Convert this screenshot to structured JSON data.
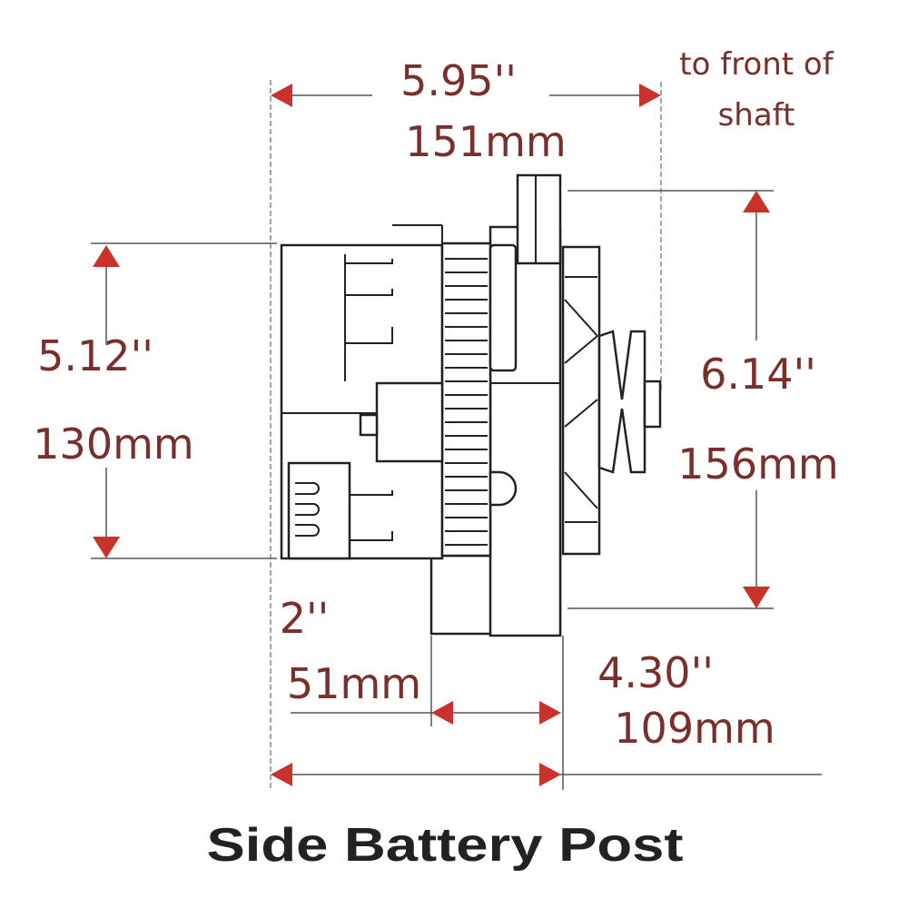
{
  "title": "Side Battery Post",
  "dimensions": {
    "overall_length": {
      "inches": "5.95''",
      "mm": "151mm",
      "note_line1": "to front of",
      "note_line2": "shaft"
    },
    "rear_height": {
      "inches": "5.12''",
      "mm": "130mm"
    },
    "mount_height": {
      "inches": "6.14''",
      "mm": "156mm"
    },
    "foot_width": {
      "inches": "2''",
      "mm": "51mm"
    },
    "mount_to_rear": {
      "inches": "4.30''",
      "mm": "109mm"
    }
  },
  "colors": {
    "arrow": "#c8322b",
    "dimension_text": "#7a2f2b",
    "title": "#222222"
  }
}
